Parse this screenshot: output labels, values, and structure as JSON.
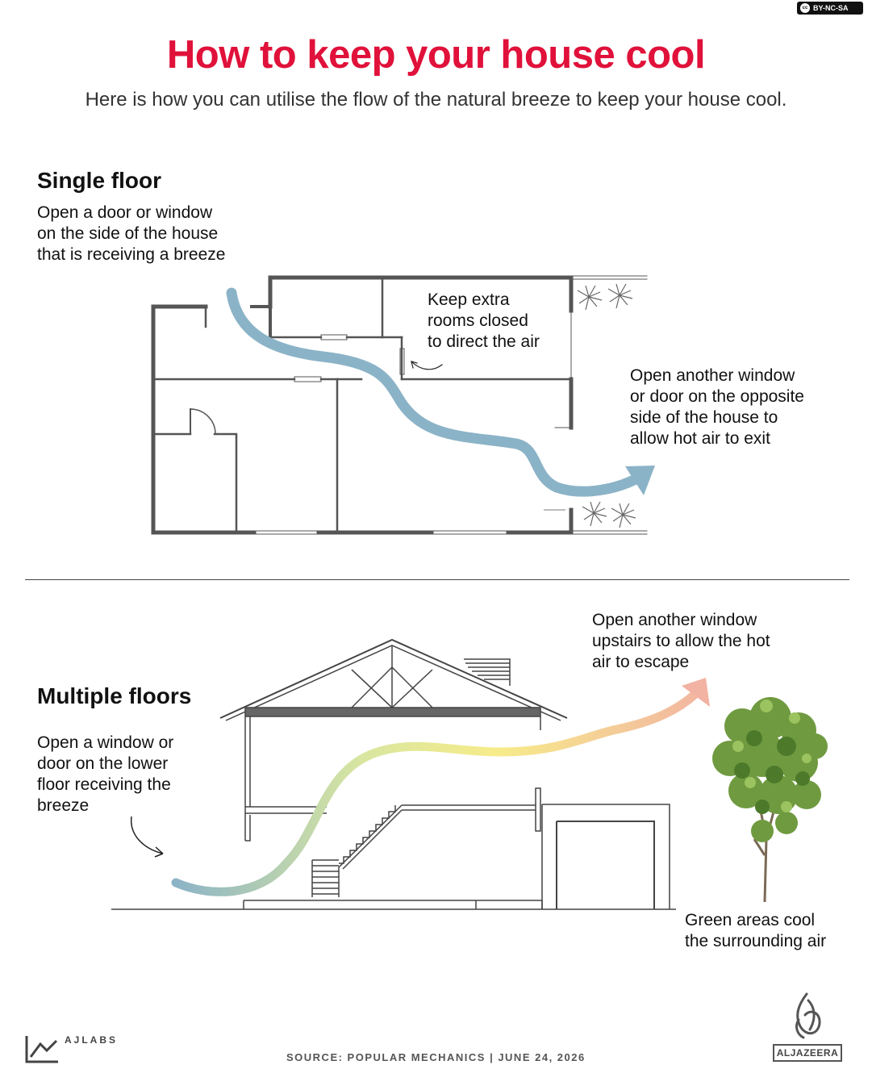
{
  "license_badge": "BY-NC-SA",
  "license_icon": "cc",
  "title": "How to keep your house cool",
  "subtitle": "Here is how you can utilise the flow of the natural breeze to keep your house cool.",
  "single_floor": {
    "heading": "Single floor",
    "note_open_lines": [
      "Open a door or window",
      "on the side of the house",
      "that is receiving a breeze"
    ],
    "note_rooms_lines": [
      "Keep extra",
      "rooms closed",
      "to direct the air"
    ],
    "note_exit_lines": [
      "Open another window",
      "or door on the opposite",
      "side of the house to",
      "allow hot air to exit"
    ]
  },
  "multiple_floors": {
    "heading": "Multiple floors",
    "note_lower_lines": [
      "Open a window or",
      "door on the lower",
      "floor receiving the",
      "breeze"
    ],
    "note_upstairs_lines": [
      "Open another window",
      "upstairs to allow the hot",
      "air to escape"
    ],
    "note_green_lines": [
      "Green areas cool",
      "the surrounding air"
    ]
  },
  "colors": {
    "title_red": "#e0113a",
    "airflow_blue": "#8bb3c7",
    "airflow_gradient": [
      "#8bb3c7",
      "#d8e6a0",
      "#f7ec8a",
      "#f2b3a2"
    ],
    "wall": "#555555"
  },
  "footer": {
    "source": "SOURCE:  POPULAR MECHANICS | JUNE 24, 2026",
    "lab": "AJLABS",
    "brand": "ALJAZEERA"
  }
}
